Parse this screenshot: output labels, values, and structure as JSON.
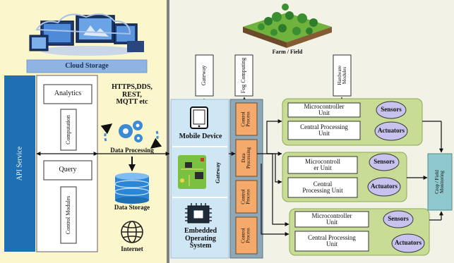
{
  "colors": {
    "left_bg": "#fbf6cc",
    "right_bg": "#f2f2e7",
    "cloud_bar": "#8fb4e3",
    "api_bar": "#1f6fb3",
    "blue_panel": "#cfe6f5",
    "orange_box": "#f5a96a",
    "green_panel": "#c9dc95",
    "sensor_circle": "#c7c3ee",
    "crop_box": "#8fc9cd"
  },
  "cloud": {
    "storage_label": "Cloud Storage",
    "api_label": "API Service"
  },
  "cloud_modules": {
    "analytics": "Analytics",
    "computation": "Computation",
    "query": "Query",
    "control_modules": "Control Modules"
  },
  "protocols": "HTTPS,DDS,\nREST,\nMQTT etc",
  "cloud_icons": {
    "data_processing": "Data Processing",
    "data_storage": "Data Storage",
    "internet": "Internet"
  },
  "farm": {
    "label": "Farm / Field"
  },
  "top_boxes": {
    "gateway": "Gateway",
    "fog": "Fog Computing",
    "hardware": "Hardware\nModules"
  },
  "gateway_panel": {
    "mobile": "Mobile Device",
    "gateway": "Gateway",
    "embedded": "Embedded\nOperating\nSystem"
  },
  "process_column": {
    "control_process": "Control\nProcess",
    "data_processing": "Data\nProcessing"
  },
  "units": [
    {
      "mcu": "Microcontroller\nUnit",
      "cpu": "Central Processing\nUnit",
      "sensors": "Sensors",
      "actuators": "Actuators"
    },
    {
      "mcu": "Microcontroll\ner Unit",
      "cpu": "Central\nProcessing Unit",
      "sensors": "Sensors",
      "actuators": "Actuators"
    },
    {
      "mcu": "Microcontroller\nUnit",
      "cpu": "Central Processing\nUnit",
      "sensors": "Sensors",
      "actuators": "Actuators"
    }
  ],
  "crop": {
    "label": "Crop / Field\nMonitoring"
  }
}
